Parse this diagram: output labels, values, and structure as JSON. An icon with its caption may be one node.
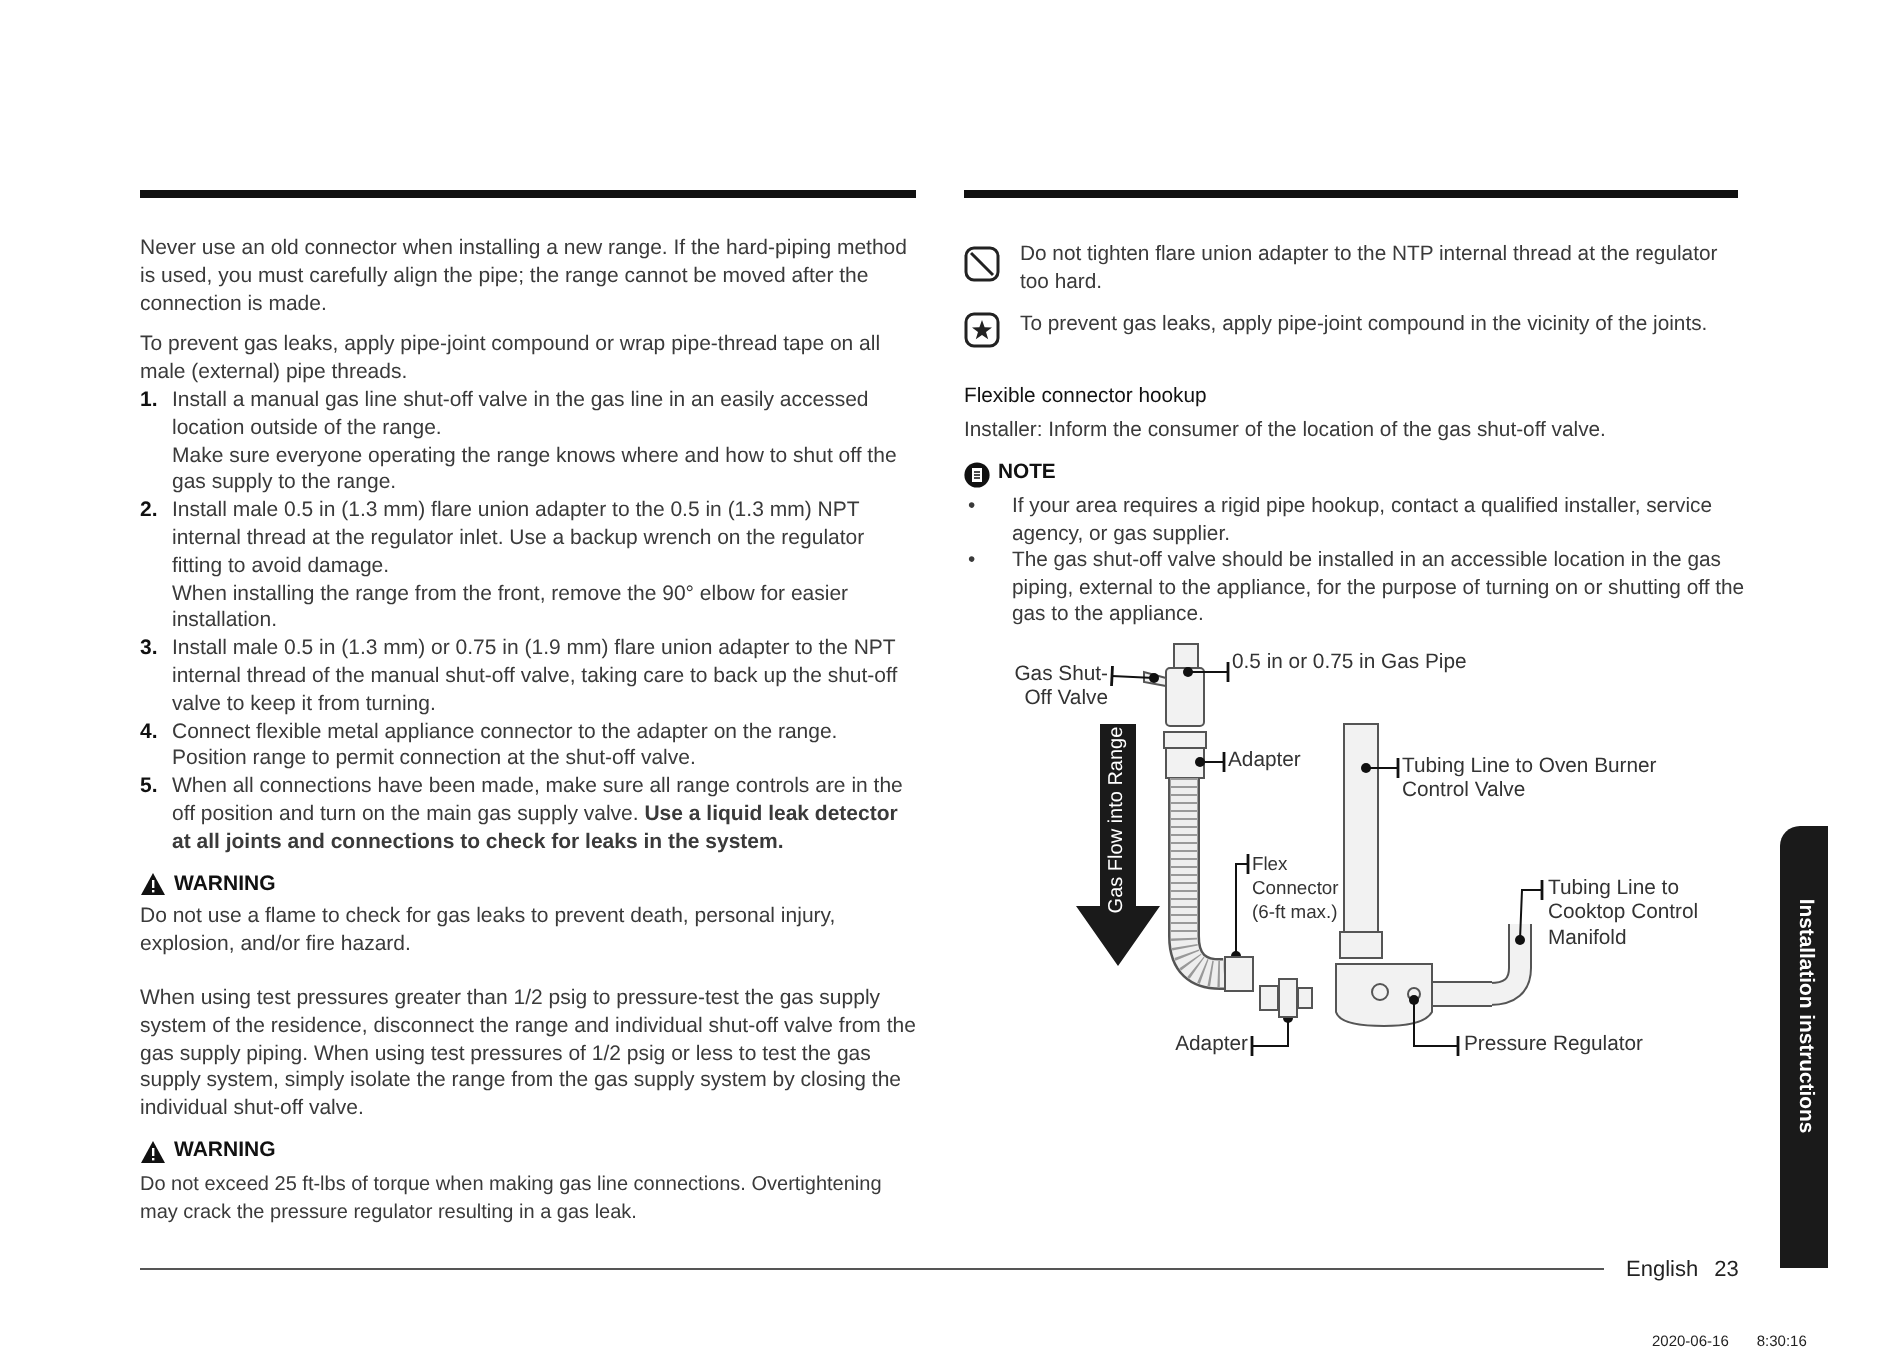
{
  "diagram": {
    "nodes": [
      {
        "text": [
          "Gas Shut-Off Valve"
        ]
      },
      {
        "text": [
          "0.5 in or 0.75 in Gas Pipe"
        ]
      },
      {
        "text": [
          "Adapter"
        ]
      },
      {
        "text": [
          "Tubing Line to Oven Burner Control Valve"
        ]
      },
      {
        "text": [
          "Flex Connector (6-ft max.)"
        ]
      },
      {
        "text": [
          "Tubing Line to Cooktop Control Manifold"
        ]
      },
      {
        "text": [
          "Adapter"
        ]
      },
      {
        "text": [
          "Pressure Regulator"
        ]
      },
      {
        "text": [],
        "shape": "box"
      },
      {
        "text": [],
        "shape": "box"
      }
    ],
    "edges": [
      {
        "from": 0,
        "to": null,
        "arrow": "other"
      },
      {
        "from": 1,
        "to": null,
        "arrow": "other"
      },
      {
        "from": 2,
        "to": null,
        "arrow": "other"
      },
      {
        "from": 3,
        "to": null,
        "arrow": "other"
      },
      {
        "from": 4,
        "to": 8,
        "arrow": "other"
      },
      {
        "from": 5,
        "to": null,
        "arrow": "other"
      },
      {
        "from": 6,
        "to": 9,
        "arrow": "other"
      },
      {
        "from": 7,
        "to": null,
        "arrow": "other"
      }
    ],
    "labels": [
      "Never use an old connector when installing a new range. If the hard-piping method is used, you must carefully align the pipe; the range cannot be moved after the connection is made.",
      "To prevent gas leaks, apply pipe-joint compound or wrap pipe-thread tape on all male (external) pipe threads.",
      "1.",
      "Install a manual gas line shut-off valve in the gas line in an easily accessed location outside of the range.",
      "Make sure everyone operating the range knows where and how to shut off the gas supply to the range.",
      "2.",
      "Install male 0.5 in (1.3 mm) flare union adapter to the 0.5 in (1.3 mm) NPT internal thread at the regulator inlet. Use a backup wrench on the regulator fitting to avoid damage.",
      "When installing the range from the front, remove the 90° elbow for easier installation.",
      "3.",
      "Install male 0.5 in (1.3 mm) or 0.75 in (1.9 mm) flare union adapter to the NPT internal thread of the manual shut-off valve, taking care to back up the shut-off valve to keep it from turning.",
      "4.",
      "Connect flexible metal appliance connector to the adapter on the range.",
      "Position range to permit connection at the shut-off valve.",
      "5.",
      "When all connections have been made, make sure all range controls are in the off position and turn on the main gas supply valve. **Use a liquid leak detector at all joints and connections to check for leaks in the system.**",
      "WARNING",
      "Do not use a flame to check for gas leaks to prevent death, personal injury, explosion, and/or fire hazard.",
      "When using test pressures greater than 1/2 psig to pressure-test the gas supply system of the residence, disconnect the range and individual shut-off valve from the gas supply piping. When using test pressures of 1/2 psig or less to test the gas supply system, simply isolate the range from the gas supply system by closing the individual shut-off valve.",
      "WARNING",
      "Do not exceed 25 ft-lbs of torque when making gas line connections. Overtightening may crack the pressure regulator resulting in a gas leak.",
      "Do not tighten flare union adapter to the NTP internal thread at the regulator too hard.",
      "To prevent gas leaks, apply pipe-joint compound in the vicinity of the joints.",
      "Flexible connector hookup",
      "Installer: Inform the consumer of the location of the gas shut-off valve.",
      "NOTE",
      "•",
      "If your area requires a rigid pipe hookup, contact a qualified installer, service agency, or gas supplier.",
      "•",
      "The gas shut-off valve should be installed in an accessible location in the gas piping, external to the appliance, for the purpose of turning on or shutting off the gas to the appliance.",
      "Gas Flow into Range",
      "Installation instructions",
      "English",
      "23",
      "2020-06-16",
      "8:30:16"
    ]
  }
}
